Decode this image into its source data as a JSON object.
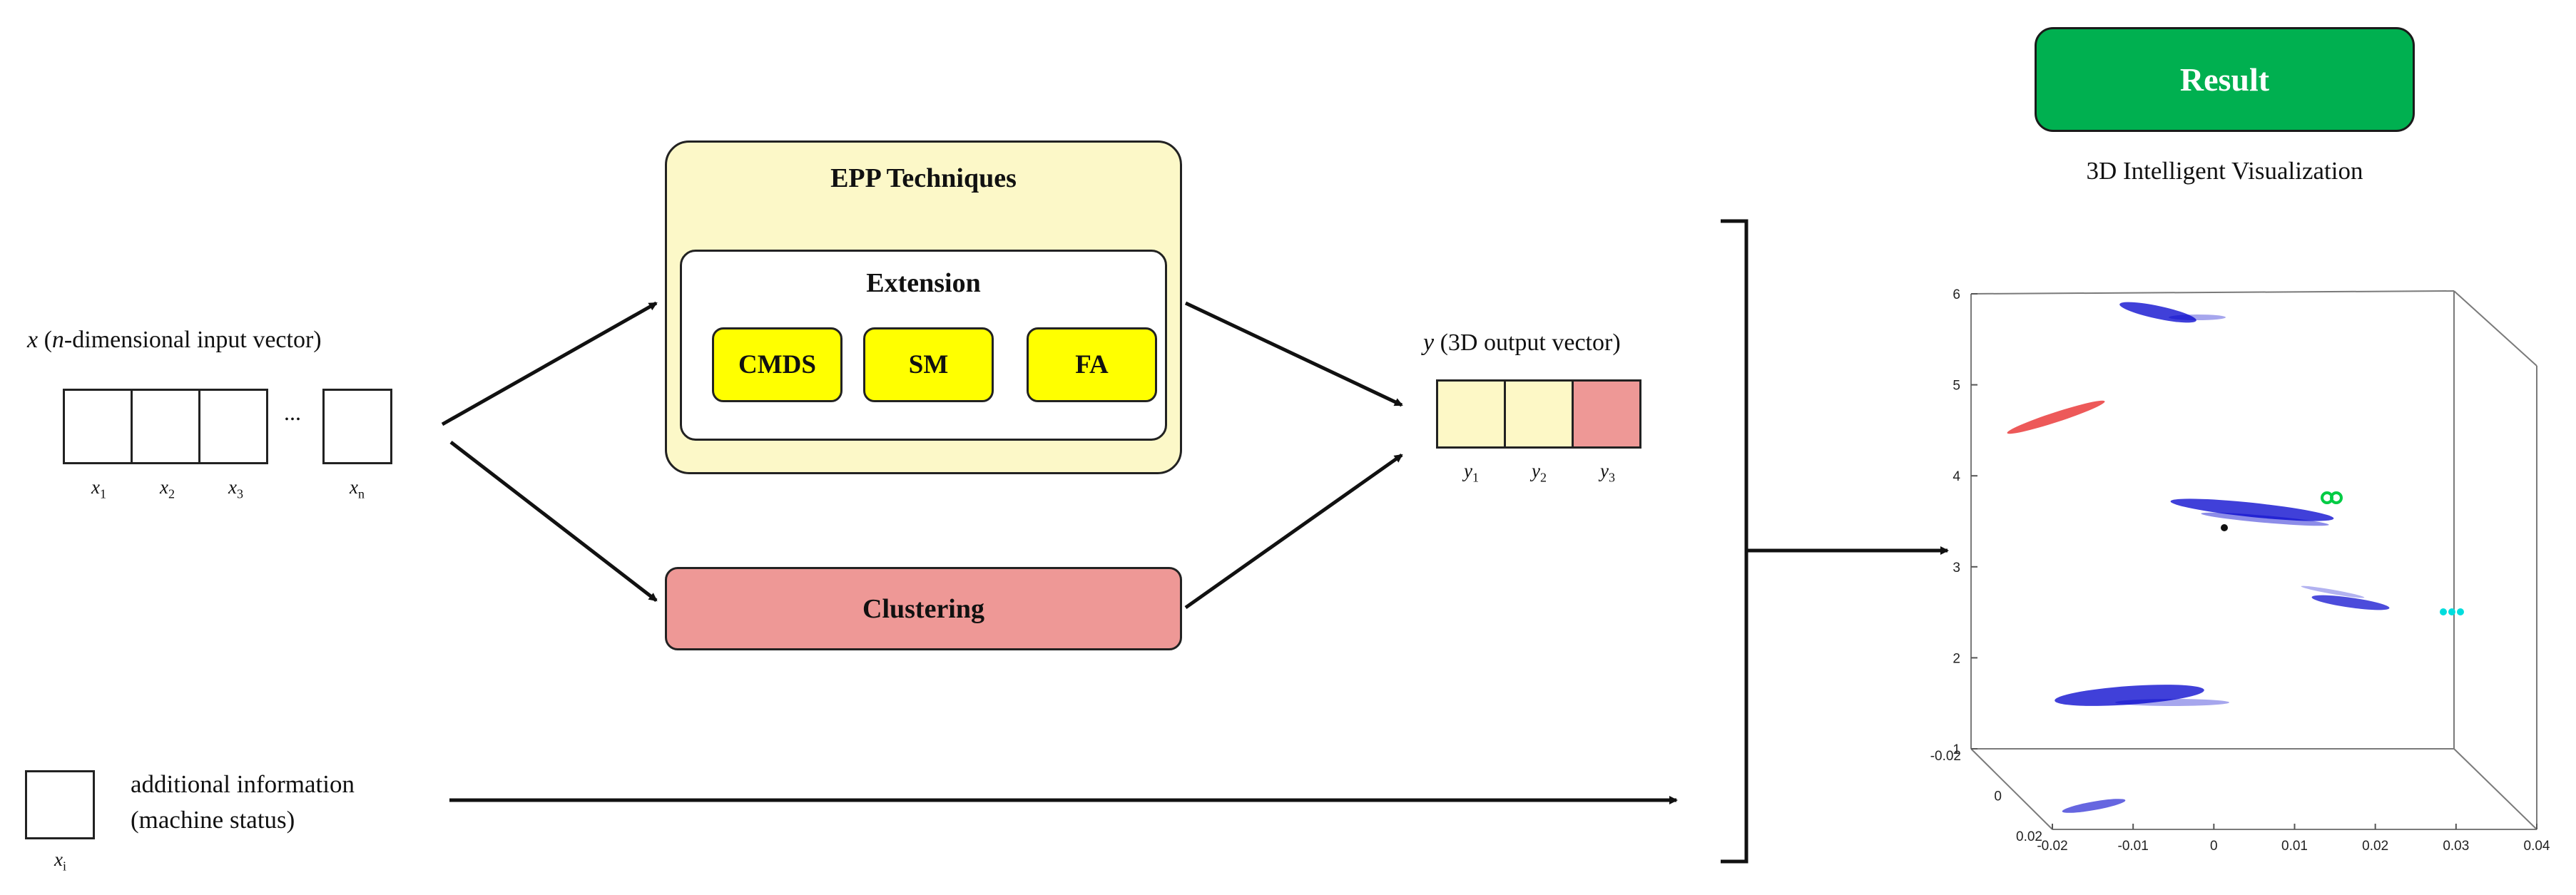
{
  "input": {
    "var": "x",
    "open": "(",
    "n": "n",
    "rest": "-dimensional input vector)",
    "ellipsis": "...",
    "labels": [
      {
        "base": "x",
        "sub": "1"
      },
      {
        "base": "x",
        "sub": "2"
      },
      {
        "base": "x",
        "sub": "3"
      },
      {
        "base": "x",
        "sub": "n"
      }
    ]
  },
  "epp": {
    "title": "EPP Techniques",
    "extension_title": "Extension",
    "methods": [
      "CMDS",
      "SM",
      "FA"
    ]
  },
  "clustering": {
    "label": "Clustering"
  },
  "output": {
    "var": "y",
    "title": "(3D output vector)",
    "labels": [
      {
        "base": "y",
        "sub": "1"
      },
      {
        "base": "y",
        "sub": "2"
      },
      {
        "base": "y",
        "sub": "3"
      }
    ]
  },
  "additional": {
    "line1": "additional information",
    "line2": "(machine status)",
    "label": {
      "base": "x",
      "sub": "i"
    }
  },
  "result": {
    "label": "Result",
    "subtitle": "3D Intelligent Visualization"
  },
  "colors": {
    "epp_fill": "#fcf8c8",
    "method_fill": "#ffff00",
    "clustering_fill": "#ee9896",
    "result_fill": "#00b050",
    "y_cell_light": "#fdf8c6",
    "y_cell_red": "#ee9896",
    "scatter_blue": "#0000cc",
    "scatter_red": "#e83030",
    "scatter_green": "#00cc44",
    "scatter_cyan": "#00dddd"
  },
  "chart_data": {
    "type": "scatter",
    "title": "",
    "z_ticks": [
      "1",
      "2",
      "3",
      "4",
      "5",
      "6"
    ],
    "x_ticks": [
      "-0.02",
      "-0.01",
      "0",
      "0.01",
      "0.02",
      "0.03",
      "0.04"
    ],
    "y_ticks": [
      "-0.02",
      "0",
      "0.02"
    ],
    "zlim": [
      1,
      6
    ],
    "xlim": [
      -0.02,
      0.04
    ],
    "ylim": [
      -0.02,
      0.02
    ]
  }
}
